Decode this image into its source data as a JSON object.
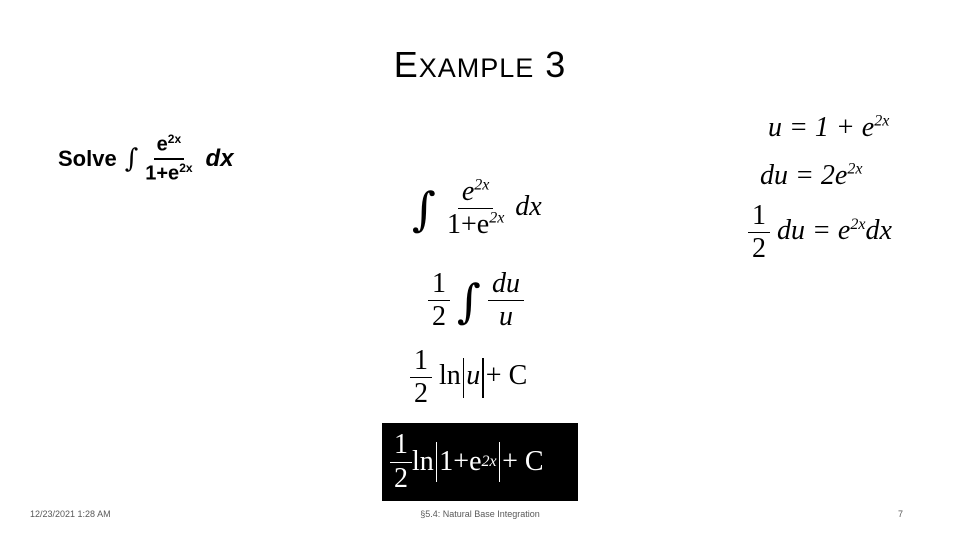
{
  "slide": {
    "title_first": "E",
    "title_rest": "XAMPLE",
    "title_num": "3",
    "solve_label": "Solve",
    "footer_date": "12/23/2021 1:28 AM",
    "footer_center": "§5.4: Natural Base Integration",
    "page_number": "7"
  },
  "colors": {
    "answer_box": "#000000",
    "answer_text": "#ffffff"
  },
  "math": {
    "integral": "∫",
    "e": "e",
    "exp": "2x",
    "one_plus_e": "1+e",
    "dx": "dx",
    "one": "1",
    "two": "2",
    "du": "du",
    "u": "u",
    "ln": "ln",
    "plus_c": "+ C",
    "u_eq": "u = 1 + e",
    "du_eq": "du = 2e",
    "du_rhs": "du = e",
    "dx_tail": "dx"
  }
}
